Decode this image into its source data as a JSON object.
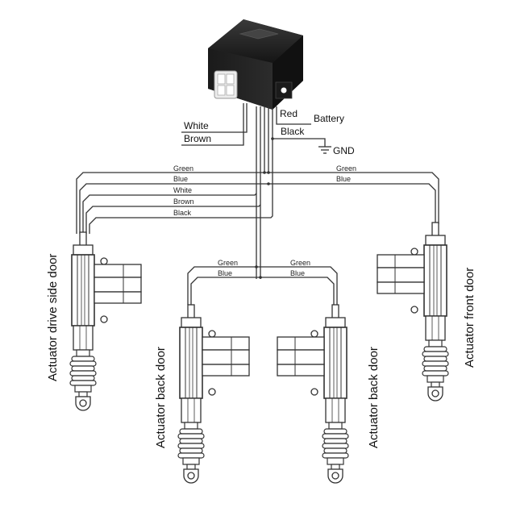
{
  "control_box": {
    "wire_labels": {
      "red": "Red",
      "battery": "Battery",
      "black": "Black",
      "gnd": "GND",
      "white": "White",
      "brown": "Brown"
    }
  },
  "harness": {
    "green": "Green",
    "blue": "Blue",
    "white": "White",
    "brown": "Brown",
    "black": "Black"
  },
  "rear_harness": {
    "green": "Green",
    "blue": "Blue"
  },
  "actuators": [
    {
      "label": "Actuator drive side door"
    },
    {
      "label": "Actuator back door"
    },
    {
      "label": "Actuator back door"
    },
    {
      "label": "Actuator front door"
    }
  ]
}
